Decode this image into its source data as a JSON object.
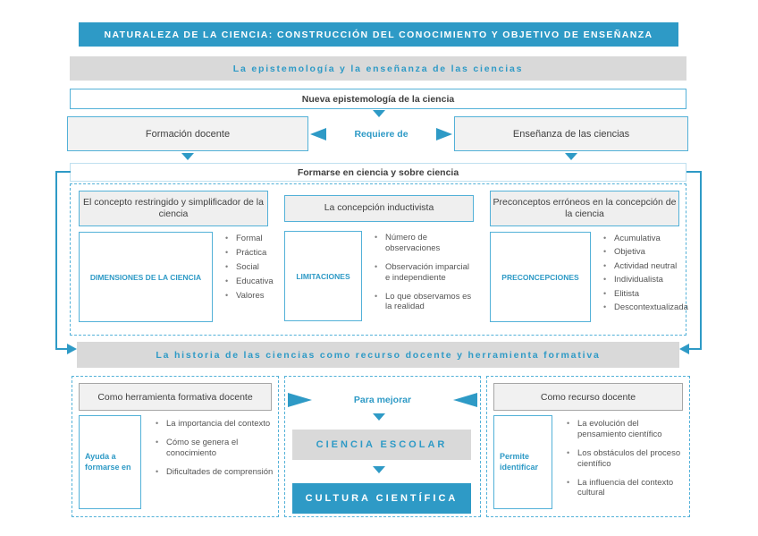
{
  "colors": {
    "accent_blue": "#2e9ac6",
    "border_blue": "#53b1d8",
    "gray_bar": "#d9d9d9",
    "light_fill": "#f2f2f2",
    "text_dark": "#404040"
  },
  "banner": {
    "title": "NATURALEZA DE LA CIENCIA: CONSTRUCCIÓN DEL CONOCIMIENTO Y OBJETIVO DE ENSEÑANZA"
  },
  "epistemology": {
    "bar": "La epistemología y la enseñanza de las ciencias",
    "new_epistemology": "Nueva epistemología de la ciencia",
    "left_box": "Formación docente",
    "connector_label": "Requiere de",
    "right_box": "Enseñanza de las ciencias"
  },
  "training": {
    "bar": "Formarse en ciencia y sobre ciencia",
    "columns": [
      {
        "header": "El concepto restringido y simplificador de la ciencia",
        "label": "DIMENSIONES DE LA CIENCIA",
        "items": [
          "Formal",
          "Práctica",
          "Social",
          "Educativa",
          "Valores"
        ]
      },
      {
        "header": "La concepción inductivista",
        "label": "LIMITACIONES",
        "items": [
          "Número de observaciones",
          "Observación imparcial e independiente",
          "Lo que observamos es la realidad"
        ]
      },
      {
        "header": "Preconceptos erróneos en la concepción de la ciencia",
        "label": "PRECONCEPCIONES",
        "items": [
          "Acumulativa",
          "Objetiva",
          "Actividad neutral",
          "Individualista",
          "Elitista",
          "Descontextualizada"
        ]
      }
    ]
  },
  "history": {
    "bar": "La historia de las ciencias como recurso docente y herramienta formativa",
    "left": {
      "header": "Como herramienta formativa docente",
      "label": "Ayuda a formarse en",
      "items": [
        "La importancia del contexto",
        "Cómo se genera el conocimiento",
        "Dificultades de comprensión"
      ]
    },
    "middle": {
      "connector_label": "Para mejorar",
      "school_science": "CIENCIA ESCOLAR",
      "scientific_culture": "CULTURA CIENTÍFICA"
    },
    "right": {
      "header": "Como recurso docente",
      "label": "Permite identificar",
      "items": [
        "La evolución del pensamiento científico",
        "Los obstáculos del proceso científico",
        "La influencia del contexto cultural"
      ]
    }
  }
}
